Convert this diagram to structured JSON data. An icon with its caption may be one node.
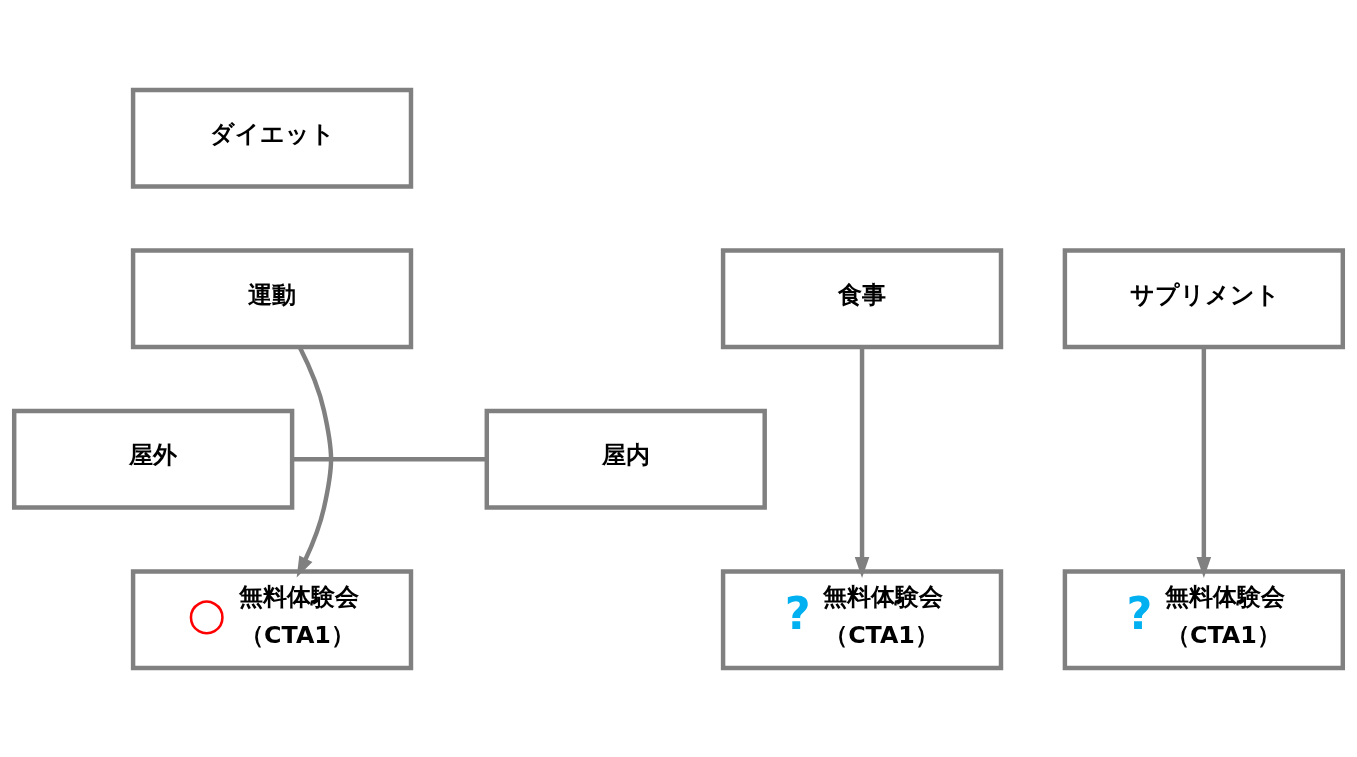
{
  "diagram": {
    "nodes": [
      {
        "text": [
          "ダイエット"
        ]
      },
      {
        "text": [
          "食事"
        ]
      },
      {
        "text": [
          "運動"
        ]
      },
      {
        "text": [
          "サプリメント"
        ]
      },
      {
        "text": [
          "屋内"
        ]
      },
      {
        "text": [
          "屋外"
        ]
      },
      {
        "text": [
          "?",
          "無料体験会",
          "（CTA1）"
        ]
      },
      {
        "text": [
          "○",
          "無料体験会",
          "（CTA1）"
        ]
      },
      {
        "text": [
          "?",
          "無料体験会",
          "（CTA1）"
        ]
      }
    ],
    "edges": [
      {
        "from": 1,
        "to": 6,
        "arrow": "to"
      },
      {
        "from": 2,
        "to": 7,
        "arrow": "to"
      },
      {
        "from": 3,
        "to": 8,
        "arrow": "to"
      },
      {
        "from": 4,
        "to": 5,
        "arrow": "none"
      }
    ]
  }
}
